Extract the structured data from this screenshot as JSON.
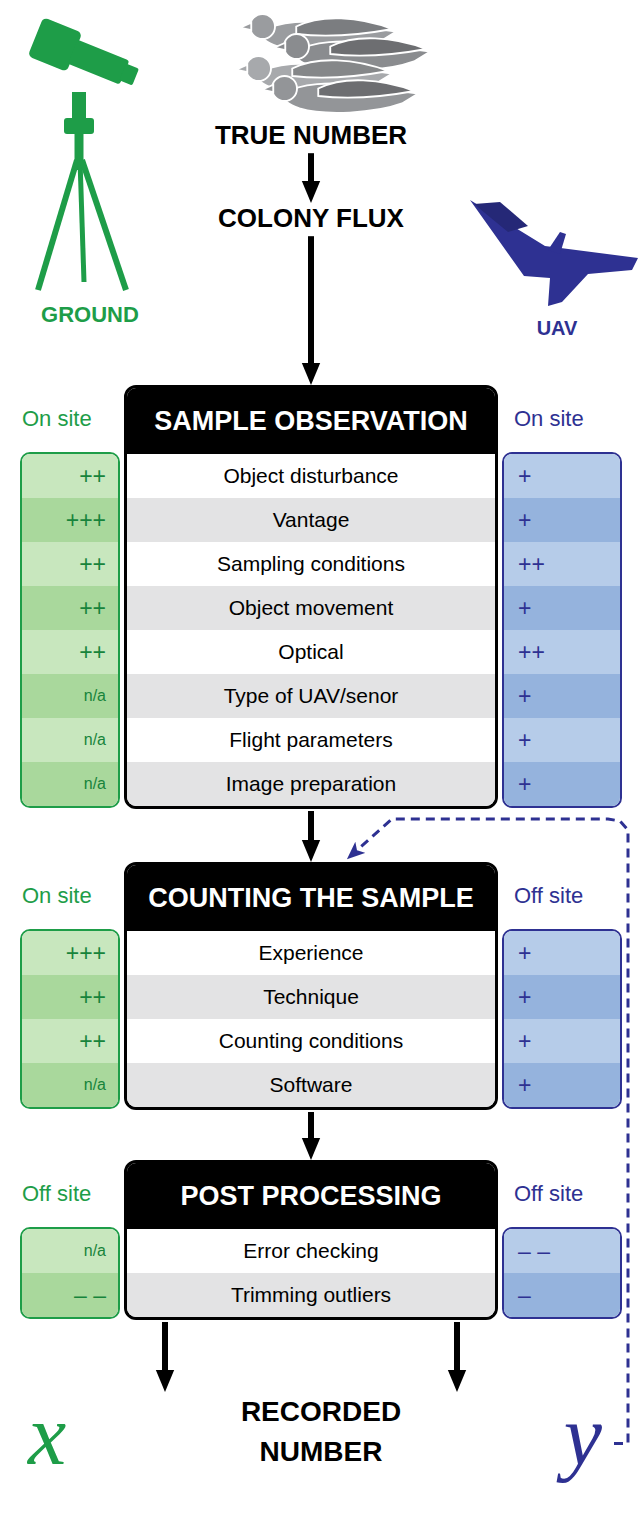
{
  "diagram": {
    "nodes": [
      {
        "text": [
          "TRUE NUMBER"
        ]
      },
      {
        "text": [
          "COLONY FLUX"
        ]
      },
      {
        "text": [
          "On site",
          "++",
          "+++",
          "++",
          "++",
          "++",
          "n/a",
          "n/a",
          "n/a"
        ]
      },
      {
        "text": [
          "SAMPLE OBSERVATION",
          "Object disturbance",
          "Vantage",
          "Sampling conditions",
          "Object movement",
          "Optical",
          "Type of UAV/senor",
          "Flight parameters",
          "Image preparation"
        ]
      },
      {
        "text": [
          "On site",
          "+",
          "+",
          "++",
          "+",
          "++",
          "+",
          "+",
          "+"
        ]
      },
      {
        "text": [
          "On site",
          "+++",
          "++",
          "++",
          "n/a"
        ]
      },
      {
        "text": [
          "COUNTING THE SAMPLE",
          "Experience",
          "Technique",
          "Counting conditions",
          "Software"
        ]
      },
      {
        "text": [
          "Off site",
          "+",
          "+",
          "+",
          "+"
        ]
      },
      {
        "text": [
          "Off site",
          "n/a",
          "– –"
        ]
      },
      {
        "text": [
          "POST PROCESSING",
          "Error checking",
          "Trimming outliers"
        ]
      },
      {
        "text": [
          "Off site",
          "– –",
          "–"
        ]
      },
      {
        "text": [
          "x"
        ]
      },
      {
        "text": [
          "y"
        ]
      }
    ],
    "edges": [
      {
        "from": 0,
        "to": 1,
        "arrow": "to"
      },
      {
        "from": 1,
        "to": 3,
        "arrow": "to"
      },
      {
        "from": 3,
        "to": 6,
        "arrow": "to"
      },
      {
        "from": 6,
        "to": 9,
        "arrow": "to"
      },
      {
        "from": 9,
        "to": 11,
        "arrow": "to"
      },
      {
        "from": 9,
        "to": 12,
        "arrow": "to"
      },
      {
        "from": 12,
        "to": 6,
        "arrow": "to"
      }
    ],
    "labels": [
      "GROUND",
      "UAV",
      "RECORDED NUMBER"
    ]
  }
}
